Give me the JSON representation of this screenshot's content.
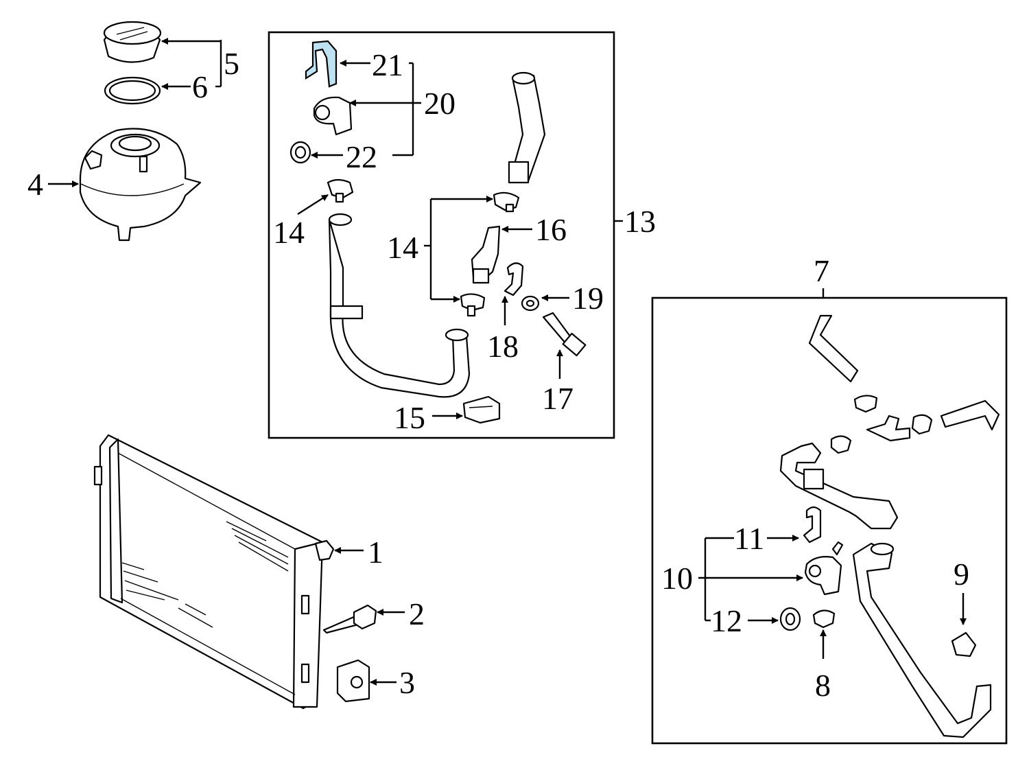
{
  "diagram": {
    "highlight_color": "#bfe2f2",
    "callouts": {
      "c1": "1",
      "c2": "2",
      "c3": "3",
      "c4": "4",
      "c5": "5",
      "c6": "6",
      "c7": "7",
      "c8": "8",
      "c9": "9",
      "c10": "10",
      "c11": "11",
      "c12": "12",
      "c13": "13",
      "c14a": "14",
      "c14b": "14",
      "c15": "15",
      "c16": "16",
      "c17": "17",
      "c18": "18",
      "c19": "19",
      "c20": "20",
      "c21": "21",
      "c22": "22"
    }
  }
}
